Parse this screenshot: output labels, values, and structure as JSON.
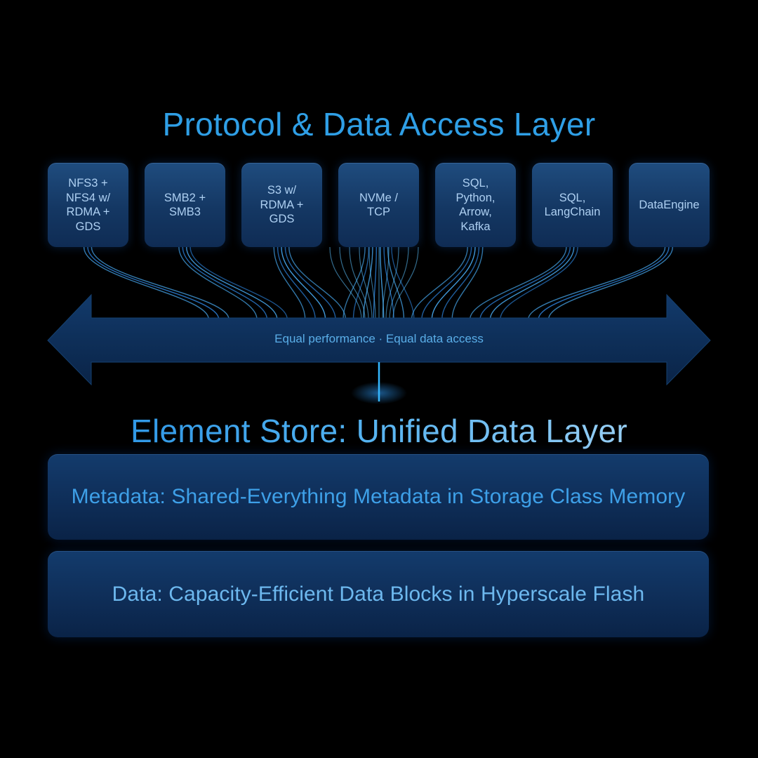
{
  "titles": {
    "protocol_layer": "Protocol & Data Access Layer",
    "unified_layer": "Element Store: Unified Data Layer"
  },
  "protocols": [
    {
      "label": "NFS3 +\nNFS4 w/\nRDMA +\nGDS"
    },
    {
      "label": "SMB2 +\nSMB3"
    },
    {
      "label": "S3 w/\nRDMA +\nGDS"
    },
    {
      "label": "NVMe /\nTCP"
    },
    {
      "label": "SQL,\nPython,\nArrow,\nKafka"
    },
    {
      "label": "SQL,\nLangChain"
    },
    {
      "label": "DataEngine"
    }
  ],
  "arrow": {
    "label": "Equal performance · Equal data access"
  },
  "layers": {
    "metadata": "Metadata: Shared-Everything Metadata in Storage Class Memory",
    "data": "Data: Capacity-Efficient Data Blocks in Hyperscale Flash"
  },
  "colors": {
    "background": "#000000",
    "accent_blue": "#2f9fe6",
    "box_fill": "#143763",
    "line_glow": "#3aa8ff"
  }
}
